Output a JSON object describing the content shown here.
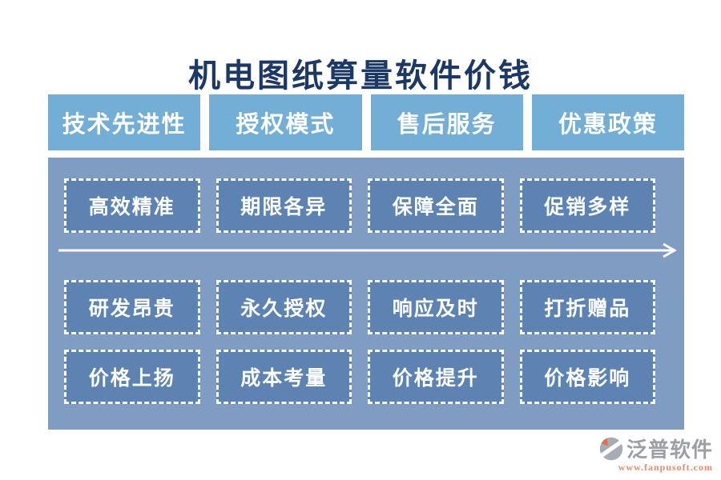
{
  "title": "机电图纸算量软件价钱",
  "colors": {
    "title_navy": "#1c3866",
    "tab_blue": "#73aed7",
    "panel_blue": "#7f9cc2",
    "box_blue": "#5d83b3",
    "arrow_white": "#ffffff",
    "footer_gray": "#9aa0a6",
    "footer_orange": "#e98a6e"
  },
  "tabs": [
    {
      "label": "技术先进性"
    },
    {
      "label": "授权模式"
    },
    {
      "label": "售后服务"
    },
    {
      "label": "优惠政策"
    }
  ],
  "panel": {
    "rows": [
      {
        "items": [
          {
            "label": "高效精准"
          },
          {
            "label": "期限各异"
          },
          {
            "label": "保障全面"
          },
          {
            "label": "促销多样"
          }
        ]
      },
      {
        "items": [
          {
            "label": "研发昂贵"
          },
          {
            "label": "永久授权"
          },
          {
            "label": "响应及时"
          },
          {
            "label": "打折赠品"
          }
        ]
      },
      {
        "items": [
          {
            "label": "价格上扬"
          },
          {
            "label": "成本考量"
          },
          {
            "label": "价格提升"
          },
          {
            "label": "价格影响"
          }
        ]
      }
    ]
  },
  "footer": {
    "brand": "泛普软件",
    "url": "www.fanpusoft.com"
  }
}
